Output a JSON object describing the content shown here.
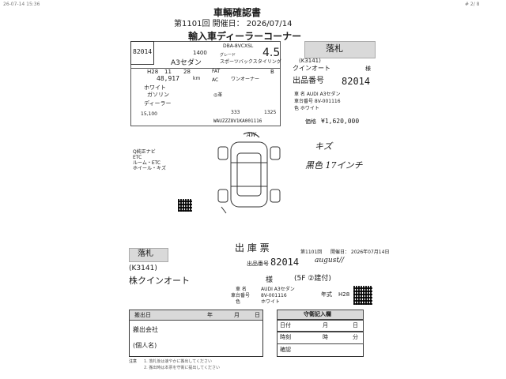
{
  "header": {
    "fax_stamp": "26-07-14 15:36",
    "fax_page": "# 2/ 8",
    "title": "車輛確認書",
    "session_line": "第1101回 開催日： 2026/07/14",
    "venue": "輸入車ディーラーコーナー"
  },
  "lot": {
    "number": "82014",
    "grade_label": "グレード",
    "model": "A3セダン",
    "model_code": "DBA-8VCXSL",
    "cc": "1400",
    "grade": "スポーツバックスタイリング",
    "score": "4.5",
    "interior": "B",
    "year": "H28",
    "month": "11",
    "day": "28",
    "mileage": "48,917",
    "mileage_unit": "km",
    "shift": "FAT",
    "ac": "AC",
    "color": "ホワイト",
    "fuel": "ガソリン",
    "seller_type": "ディーラー",
    "equipment": "ワンオーナー",
    "price_note": "15,100",
    "chassis": "WAUZZZ8V1KA001116",
    "inspection": "333",
    "length": "1325",
    "marks": "◎革",
    "options_1": "Q純正ナビ",
    "options_2": "ETC",
    "options_3": "ルーム・ETC",
    "options_4": "ホイール・キズ"
  },
  "sold": {
    "stamp": "落札",
    "buyer_code": "(K3141)",
    "buyer_suffix": "様",
    "buyer_name": "クインオート",
    "lot_label": "出品番号",
    "lot_number": "82014",
    "detail_1": "車 名 AUDI A3セダン",
    "detail_2": "車台番号 8V-001116",
    "detail_3": "色 ホワイト",
    "price_label": "価格",
    "price": "¥1,620,000"
  },
  "handwriting": {
    "note_1": "キズ",
    "note_2": "黒色  17インチ",
    "note_3": "AW"
  },
  "slip": {
    "title": "出 庫 票",
    "stamp": "落札",
    "buyer_code": "(K3141)",
    "buyer_name": "株クインオート",
    "buyer_suffix": "様",
    "session": "第1101回",
    "date": "開催日： 2026年07月14日",
    "lot_label": "出品番号",
    "lot_number": "82014",
    "handwritten": "august//",
    "floor": "(5F ②建付)",
    "car_name_label": "車 名",
    "car_name": "AUDI A3セダン",
    "chassis_label": "車台番号",
    "chassis": "8V-001116",
    "color_label": "色",
    "color": "ホワイト",
    "year_label": "年式",
    "year": "H28"
  },
  "exit_table": {
    "date_label": "搬出日",
    "year": "年",
    "month": "月",
    "day": "日",
    "company": "搬出会社",
    "person": "(個人名)"
  },
  "guard_table": {
    "title": "守衛記入欄",
    "date": "日付",
    "month": "月",
    "day": "日",
    "time": "時刻",
    "hour": "時",
    "minute": "分",
    "check": "確認"
  },
  "footer": {
    "notes_label": "注意",
    "line_1": "1. 落札後は速やかに搬出してください",
    "line_2": "2. 搬出時は本票を守衛に提出してください"
  }
}
